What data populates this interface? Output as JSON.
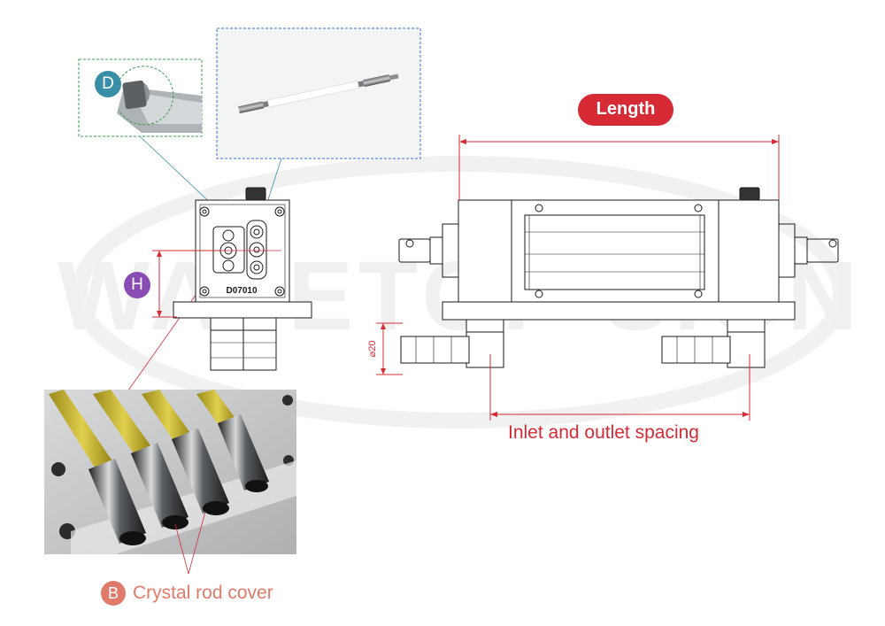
{
  "labels": {
    "length": "Length",
    "inlet_outlet": "Inlet and outlet spacing",
    "diameter_marker": "D",
    "height_marker": "H",
    "cover_marker": "B",
    "cover_text": "Crystal rod cover",
    "model": "D07010",
    "pipe_dim": "⌀20",
    "watermark": "WAVETOP SIGN"
  },
  "colors": {
    "red": "#d62b35",
    "teal": "#3a8fa8",
    "purple": "#8a4bb5",
    "salmon": "#e07a6a",
    "line": "#1a1a1a",
    "callout_green": "#3aa04a",
    "callout_blue": "#3a6fd0"
  }
}
